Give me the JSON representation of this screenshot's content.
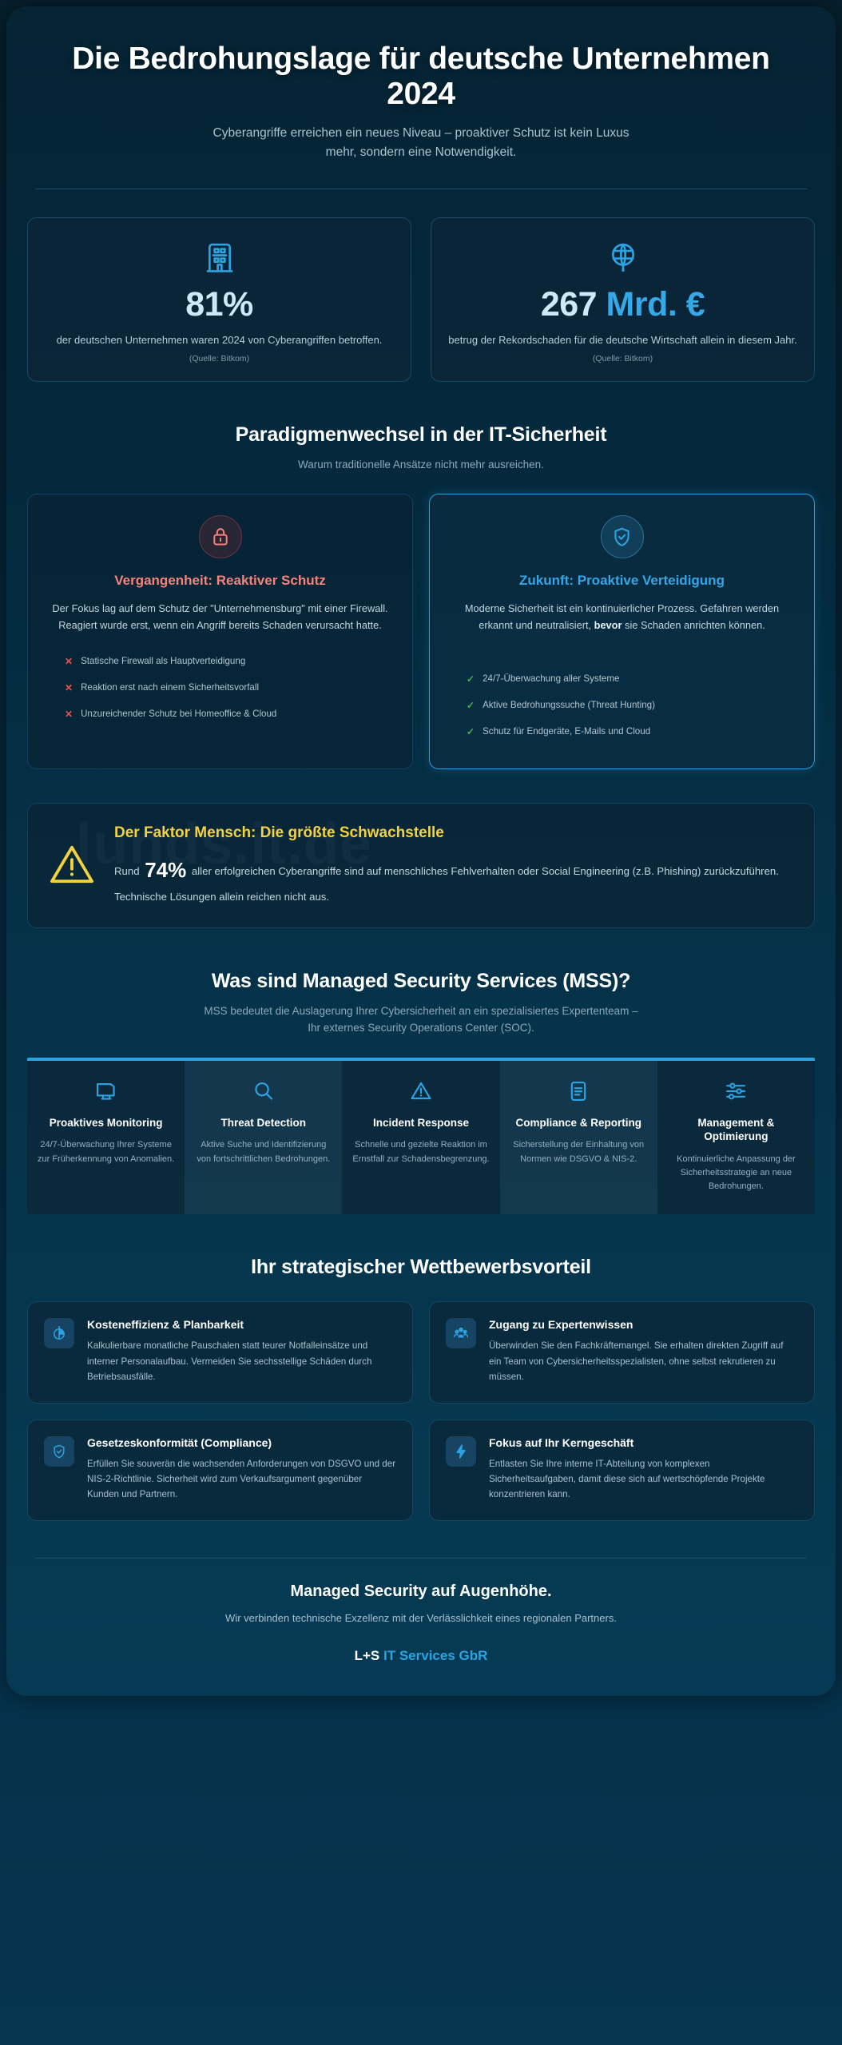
{
  "header": {
    "title": "Die Bedrohungslage für deutsche Unternehmen 2024",
    "subtitle": "Cyberangriffe erreichen ein neues Niveau – proaktiver Schutz ist kein Luxus mehr, sondern eine Notwendigkeit."
  },
  "stats": [
    {
      "icon": "factory-building-icon",
      "value": "81%",
      "value_plain": "81%",
      "text": "der deutschen Unternehmen waren 2024 von Cyberangriffen betroffen.",
      "source": "(Quelle: Bitkom)"
    },
    {
      "icon": "globe-euro-icon",
      "value_num": "267",
      "value_unit": "Mrd. €",
      "text": "betrug der Rekordschaden für die deutsche Wirtschaft allein in diesem Jahr.",
      "source": "(Quelle: Bitkom)"
    }
  ],
  "paradigm": {
    "heading": "Paradigmenwechsel in der IT-Sicherheit",
    "subheading": "Warum traditionelle Ansätze nicht mehr ausreichen.",
    "past": {
      "icon": "lock-icon",
      "title": "Vergangenheit: Reaktiver Schutz",
      "body": "Der Fokus lag auf dem Schutz der \"Unternehmensburg\" mit einer Firewall. Reagiert wurde erst, wenn ein Angriff bereits Schaden verursacht hatte.",
      "marker": "✕",
      "items": [
        "Statische Firewall als Hauptverteidigung",
        "Reaktion erst nach einem Sicherheitsvorfall",
        "Unzureichender Schutz bei Homeoffice & Cloud"
      ]
    },
    "future": {
      "icon": "shield-check-icon",
      "title": "Zukunft: Proaktive Verteidigung",
      "body_pre": "Moderne Sicherheit ist ein kontinuierlicher Prozess. Gefahren werden erkannt und neutralisiert, ",
      "body_bold": "bevor",
      "body_post": " sie Schaden anrichten können.",
      "marker": "✓",
      "items": [
        "24/7-Überwachung aller Systeme",
        "Aktive Bedrohungssuche (Threat Hunting)",
        "Schutz für Endgeräte, E-Mails und Cloud"
      ]
    }
  },
  "human_factor": {
    "icon": "warning-triangle-icon",
    "watermark": "lunds.it.de",
    "title": "Der Faktor Mensch: Die größte Schwachstelle",
    "text_pre": "Rund ",
    "percent": "74%",
    "text_post": " aller erfolgreichen Cyberangriffe sind auf menschliches Fehlverhalten oder Social Engineering (z.B. Phishing) zurückzuführen. Technische Lösungen allein reichen nicht aus."
  },
  "mss": {
    "heading": "Was sind Managed Security Services (MSS)?",
    "subheading": "MSS bedeutet die Auslagerung Ihrer Cybersicherheit an ein spezialisiertes Expertenteam – Ihr externes Security Operations Center (SOC).",
    "columns": [
      {
        "icon": "monitor-icon",
        "title": "Proaktives Monitoring",
        "desc": "24/7-Überwachung Ihrer Systeme zur Früherkennung von Anomalien."
      },
      {
        "icon": "magnifier-icon",
        "title": "Threat Detection",
        "desc": "Aktive Suche und Identifizierung von fortschrittlichen Bedrohungen."
      },
      {
        "icon": "alert-triangle-icon",
        "title": "Incident Response",
        "desc": "Schnelle und gezielte Reaktion im Ernstfall zur Schadensbegrenzung."
      },
      {
        "icon": "document-report-icon",
        "title": "Compliance & Reporting",
        "desc": "Sicherstellung der Einhaltung von Normen wie DSGVO & NIS-2."
      },
      {
        "icon": "sliders-icon",
        "title": "Management & Optimierung",
        "desc": "Kontinuierliche Anpassung der Sicherheitsstrategie an neue Bedrohungen."
      }
    ]
  },
  "benefits": {
    "heading": "Ihr strategischer Wettbewerbsvorteil",
    "items": [
      {
        "icon": "pie-chart-icon",
        "title": "Kosteneffizienz & Planbarkeit",
        "desc": "Kalkulierbare monatliche Pauschalen statt teurer Notfalleinsätze und interner Personalaufbau. Vermeiden Sie sechsstellige Schäden durch Betriebsausfälle."
      },
      {
        "icon": "users-group-icon",
        "title": "Zugang zu Expertenwissen",
        "desc": "Überwinden Sie den Fachkräftemangel. Sie erhalten direkten Zugriff auf ein Team von Cybersicherheitsspezialisten, ohne selbst rekrutieren zu müssen."
      },
      {
        "icon": "shield-check-icon",
        "title": "Gesetzeskonformität (Compliance)",
        "desc": "Erfüllen Sie souverän die wachsenden Anforderungen von DSGVO und der NIS-2-Richtlinie. Sicherheit wird zum Verkaufsargument gegenüber Kunden und Partnern."
      },
      {
        "icon": "lightning-bolt-icon",
        "title": "Fokus auf Ihr Kerngeschäft",
        "desc": "Entlasten Sie Ihre interne IT-Abteilung von komplexen Sicherheitsaufgaben, damit diese sich auf wertschöpfende Projekte konzentrieren kann."
      }
    ]
  },
  "footer": {
    "title": "Managed Security auf Augenhöhe.",
    "subtitle": "Wir verbinden technische Exzellenz mit der Verlässlichkeit eines regionalen Partners.",
    "brand_white": "L+S",
    "brand_blue": "IT Services GbR"
  },
  "colors": {
    "accent_blue": "#2ba3e3",
    "light_blue": "#cfe9f8",
    "danger_red": "#f5837c",
    "warning_yellow": "#f2d23f",
    "success_green": "#4caf50",
    "page_bg": "#053349"
  }
}
